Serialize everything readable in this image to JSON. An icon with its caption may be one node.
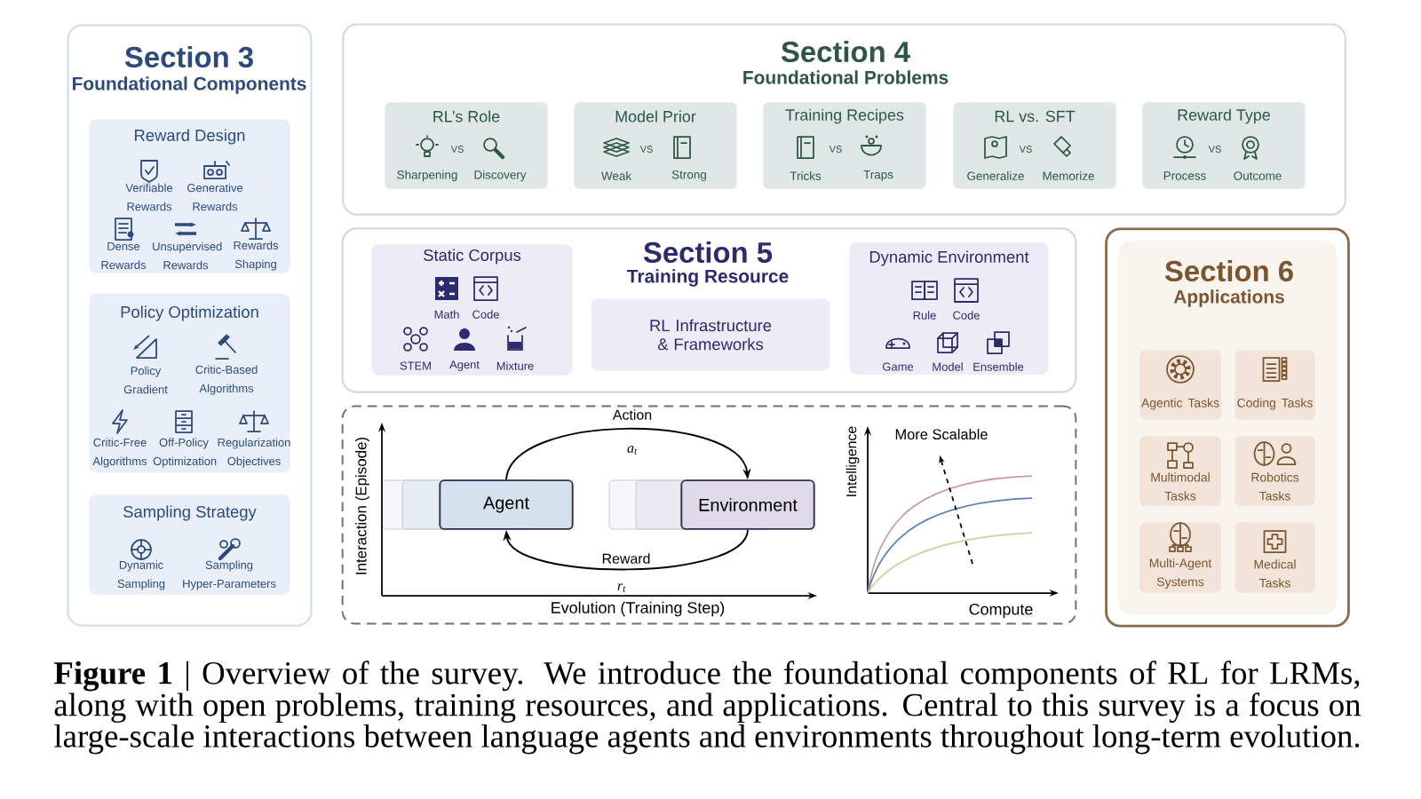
{
  "diagram": {
    "caption": "**Figure 1** | Overview of the survey.  We introduce the foundational components of RL for LRMs, along with open problems, training resources, and applications. Central to this survey is a focus on large-scale interactions between language agents and environments throughout long-term evolution.",
    "nodes": [
      {
        "text": [
          "Section 3",
          "Foundational Components"
        ]
      },
      {
        "text": [
          "Reward Design",
          "Verifiable Rewards",
          "Generative Rewards",
          "Dense Rewards",
          "Unsupervised Rewards",
          "Rewards Shaping"
        ],
        "in": 0
      },
      {
        "text": [
          "Policy Optimization",
          "Policy Gradient",
          "Critic-Based Algorithms",
          "Critic-Free Algorithms",
          "Off-Policy Optimization",
          "Regularization Objectives"
        ],
        "in": 0
      },
      {
        "text": [
          "Sampling Strategy",
          "Dynamic Sampling",
          "Sampling Hyper-Parameters"
        ],
        "in": 0
      },
      {
        "text": [
          "Section 4",
          "Foundational Problems"
        ]
      },
      {
        "text": [
          "RL’s Role",
          "VS",
          "Sharpening",
          "Discovery"
        ],
        "in": 4
      },
      {
        "text": [
          "Model Prior",
          "VS",
          "Weak",
          "Strong"
        ],
        "in": 4
      },
      {
        "text": [
          "Training Recipes",
          "VS",
          "Tricks",
          "Traps"
        ],
        "in": 4
      },
      {
        "text": [
          "RL vs. SFT",
          "VS",
          "Generalize",
          "Memorize"
        ],
        "in": 4
      },
      {
        "text": [
          "Reward Type",
          "VS",
          "Process",
          "Outcome"
        ],
        "in": 4
      },
      {
        "text": [
          "Section 5",
          "Training Resource"
        ]
      },
      {
        "text": [
          "Static Corpus",
          "Math",
          "Code",
          "STEM",
          "Agent",
          "Mixture"
        ],
        "in": 10
      },
      {
        "text": [
          "RL Infrastructure & Frameworks"
        ],
        "in": 10
      },
      {
        "text": [
          "Dynamic Environment",
          "Rule",
          "Code",
          "Game",
          "Model",
          "Ensemble"
        ],
        "in": 10
      },
      {
        "text": [],
        "shape": "box"
      },
      {
        "text": [
          "Agent"
        ],
        "in": 14
      },
      {
        "text": [
          "Environment"
        ],
        "in": 14
      },
      {
        "text": [
          "Section 6",
          "Applications"
        ]
      },
      {
        "text": [
          "Agentic Tasks"
        ],
        "in": 17
      },
      {
        "text": [
          "Coding Tasks"
        ],
        "in": 17
      },
      {
        "text": [
          "Multimodal Tasks"
        ],
        "in": 17
      },
      {
        "text": [
          "Robotics Tasks"
        ],
        "in": 17
      },
      {
        "text": [
          "Multi-Agent Systems"
        ],
        "in": 17
      },
      {
        "text": [
          "Medical Tasks"
        ],
        "in": 17
      }
    ],
    "edges": [
      {
        "from": 15,
        "to": 16,
        "arrow": "to",
        "label": "Action"
      },
      {
        "from": 16,
        "to": 15,
        "arrow": "to",
        "label": "Reward"
      }
    ],
    "labels": [
      "a$_{t}$",
      "More Scalable",
      "Intelligence",
      "Interaction (Episode)",
      "r$_{t}$",
      "Evolution (Training Step)",
      "Compute"
    ]
  }
}
